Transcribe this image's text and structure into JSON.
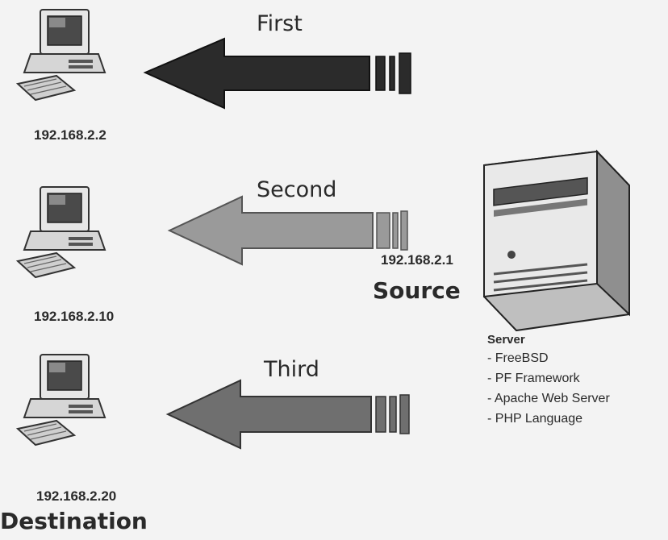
{
  "arrows": [
    {
      "label": "First",
      "shade": "#2b2b2b"
    },
    {
      "label": "Second",
      "shade": "#9a9a9a"
    },
    {
      "label": "Third",
      "shade": "#6f6f6f"
    }
  ],
  "destinations": [
    {
      "ip": "192.168.2.2"
    },
    {
      "ip": "192.168.2.10"
    },
    {
      "ip": "192.168.2.20"
    }
  ],
  "destination_label": "Destination",
  "source": {
    "ip": "192.168.2.1",
    "label": "Source",
    "server_title": "Server",
    "server_items": [
      "FreeBSD",
      "PF Framework",
      "Apache Web Server",
      "PHP Language"
    ]
  }
}
